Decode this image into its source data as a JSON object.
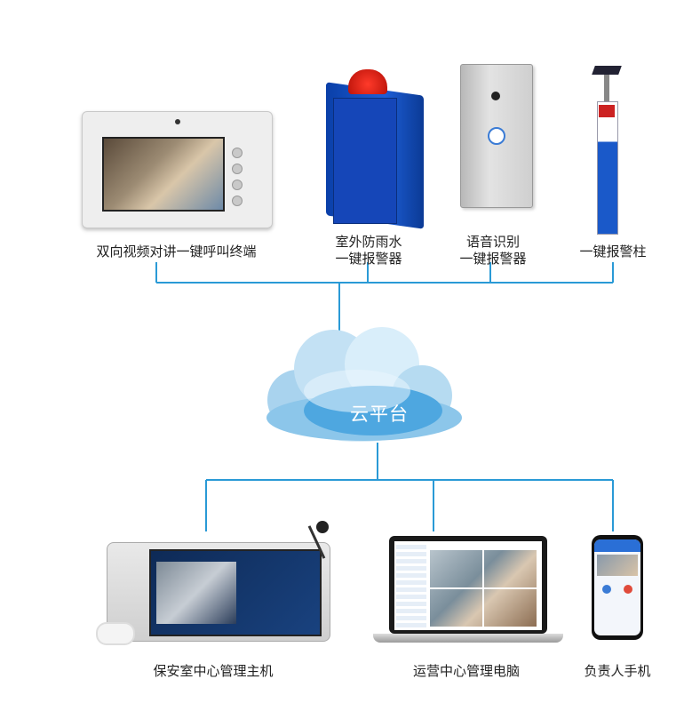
{
  "top_devices": [
    {
      "id": "video-intercom",
      "label": "双向视频对讲一键呼叫终端"
    },
    {
      "id": "outdoor-alarm",
      "label_line1": "室外防雨水",
      "label_line2": "一键报警器"
    },
    {
      "id": "voice-alarm",
      "label_line1": "语音识别",
      "label_line2": "一键报警器"
    },
    {
      "id": "alarm-pole",
      "label": "一键报警柱"
    }
  ],
  "hub": {
    "label": "云平台"
  },
  "bottom_devices": [
    {
      "id": "security-host",
      "label": "保安室中心管理主机"
    },
    {
      "id": "ops-pc",
      "label": "运营中心管理电脑"
    },
    {
      "id": "manager-phone",
      "label": "负责人手机"
    }
  ],
  "colors": {
    "connector": "#2a9ad6",
    "cloud_light": "#e8f4fb",
    "cloud_blue": "#5fb3e6"
  }
}
